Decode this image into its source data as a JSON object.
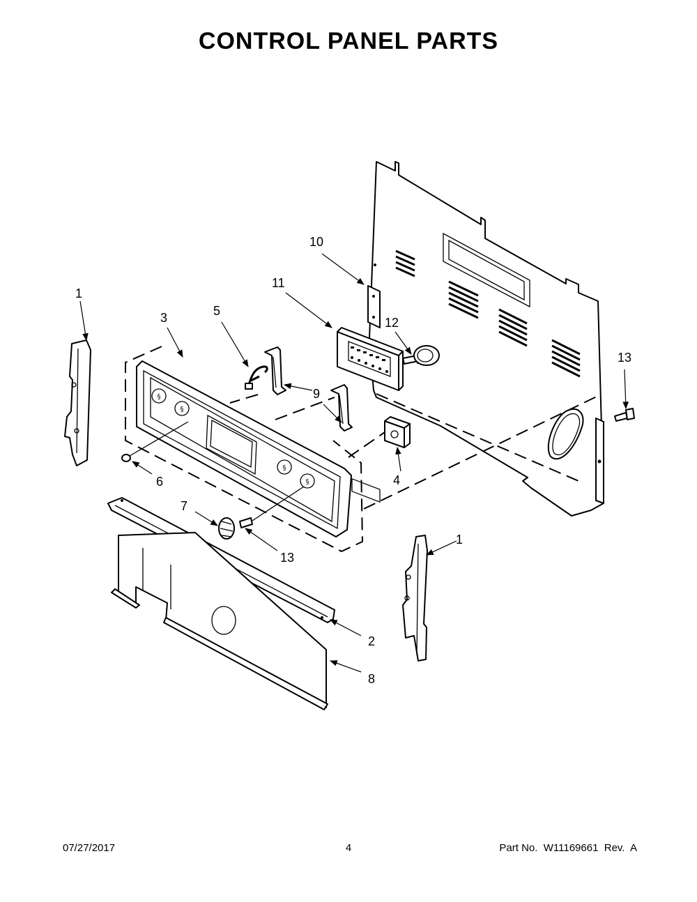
{
  "title": "CONTROL PANEL PARTS",
  "callouts": {
    "c1_left": "1",
    "c1_right": "1",
    "c2": "2",
    "c3": "3",
    "c4": "4",
    "c5": "5",
    "c6": "6",
    "c7": "7",
    "c8": "8",
    "c9": "9",
    "c10": "10",
    "c11": "11",
    "c12": "12",
    "c13_top": "13",
    "c13_bottom": "13"
  },
  "footer": {
    "date": "07/27/2017",
    "page": "4",
    "part_info": "Part No.  W11169661  Rev.  A"
  }
}
